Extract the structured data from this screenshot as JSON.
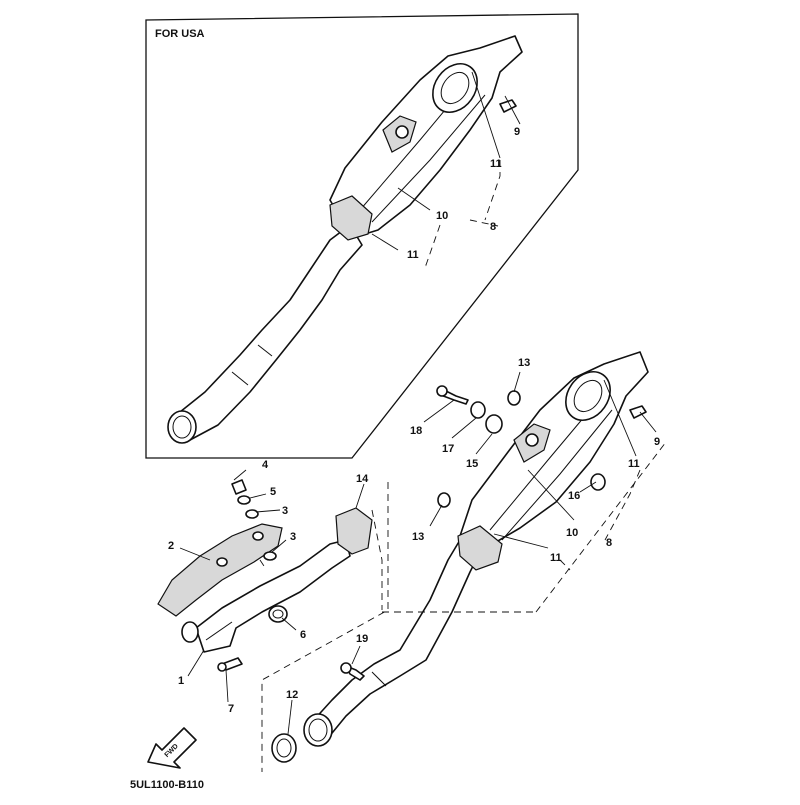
{
  "inset_title": "FOR USA",
  "diagram_code": "5UL1100-B110",
  "fwd_label": "FWD",
  "callouts": {
    "usa_9": "9",
    "usa_11_top": "11",
    "usa_10": "10",
    "usa_8": "8",
    "usa_11_bottom": "11",
    "n1": "1",
    "n2": "2",
    "n3_a": "3",
    "n3_b": "3",
    "n4": "4",
    "n5": "5",
    "n6": "6",
    "n7": "7",
    "n8": "8",
    "n9": "9",
    "n10": "10",
    "n11_a": "11",
    "n11_b": "11",
    "n12": "12",
    "n13_a": "13",
    "n13_b": "13",
    "n14": "14",
    "n15": "15",
    "n16": "16",
    "n17": "17",
    "n18": "18",
    "n19": "19"
  }
}
